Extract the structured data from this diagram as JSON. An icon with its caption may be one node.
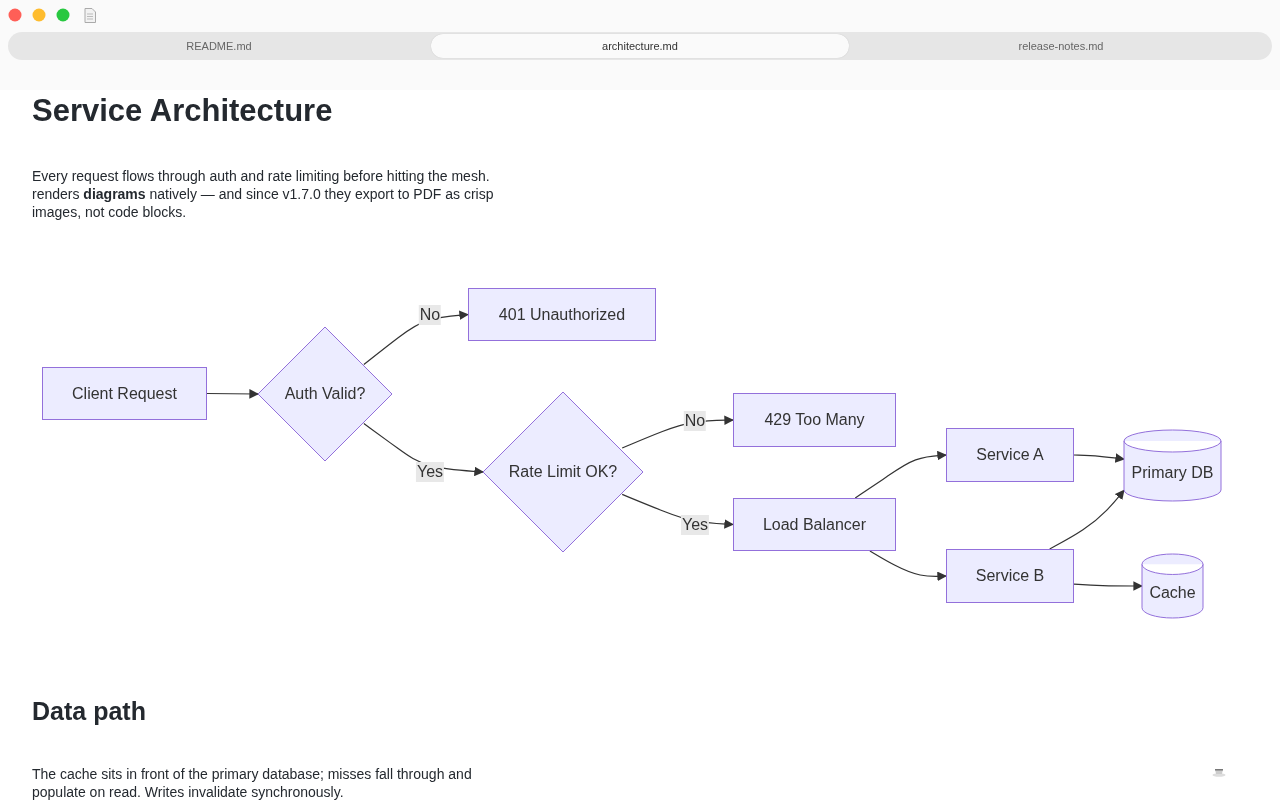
{
  "diagram": {
    "title": "Service Architecture",
    "nodes": [
      {
        "text": [
          "Client Request"
        ]
      },
      {
        "text": [
          "Auth Valid?"
        ]
      },
      {
        "text": [
          "401 Unauthorized"
        ]
      },
      {
        "text": [
          "Rate Limit OK?"
        ]
      },
      {
        "text": [
          "429 Too Many"
        ]
      },
      {
        "text": [
          "Load Balancer"
        ]
      },
      {
        "text": [
          "Service A"
        ]
      },
      {
        "text": [
          "Service B"
        ]
      },
      {
        "text": [
          "Primary DB"
        ]
      },
      {
        "text": [
          "Cache"
        ]
      }
    ],
    "edges": [
      {
        "from": 0,
        "to": 1,
        "arrow": "to"
      },
      {
        "from": 1,
        "to": 2,
        "arrow": "to",
        "label": "No"
      },
      {
        "from": 1,
        "to": 3,
        "arrow": "to",
        "label": "Yes"
      },
      {
        "from": 3,
        "to": 4,
        "arrow": "to",
        "label": "No"
      },
      {
        "from": 3,
        "to": 5,
        "arrow": "to",
        "label": "Yes"
      },
      {
        "from": 5,
        "to": 6,
        "arrow": "to"
      },
      {
        "from": 5,
        "to": 7,
        "arrow": "to"
      },
      {
        "from": 6,
        "to": 8,
        "arrow": "to"
      },
      {
        "from": 7,
        "to": 8,
        "arrow": "to"
      },
      {
        "from": 7,
        "to": 9,
        "arrow": "to"
      }
    ],
    "labels": [
      "README.md",
      "architecture.md",
      "release-notes.md",
      "Every request flows through auth and rate limiting before hitting the mesh. renders **diagrams** natively — and since v1.7.0 they export to PDF as crisp images, not code blocks.",
      "Data path",
      "The cache sits in front of the primary database; misses fall through and populate on read. Writes invalidate synchronously."
    ]
  }
}
